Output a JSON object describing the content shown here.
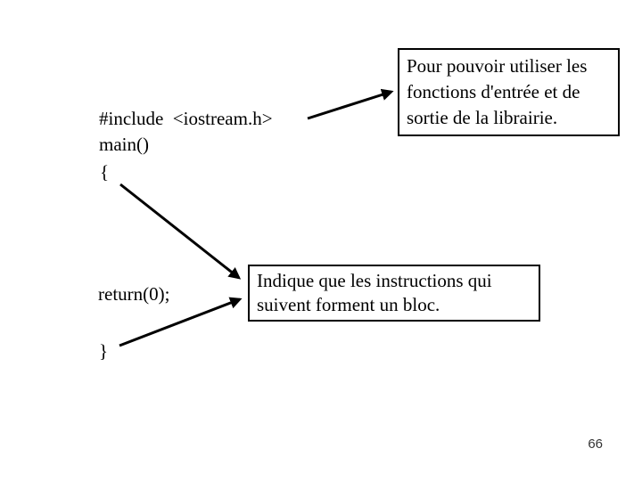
{
  "slide": {
    "page_number": "66"
  },
  "code": {
    "lines": [
      "#include  <iostream.h>",
      "main()",
      "{",
      "return(0);",
      "}"
    ]
  },
  "callout_include": {
    "lines": [
      "Pour pouvoir utiliser les",
      "fonctions d'entrée et de",
      "sortie de la librairie."
    ]
  },
  "callout_block": {
    "lines": [
      "Indique que les instructions qui",
      "suivent forment un bloc."
    ]
  },
  "colors": {
    "ink": "#000000",
    "paper": "#ffffff",
    "page_number": "#333333"
  }
}
